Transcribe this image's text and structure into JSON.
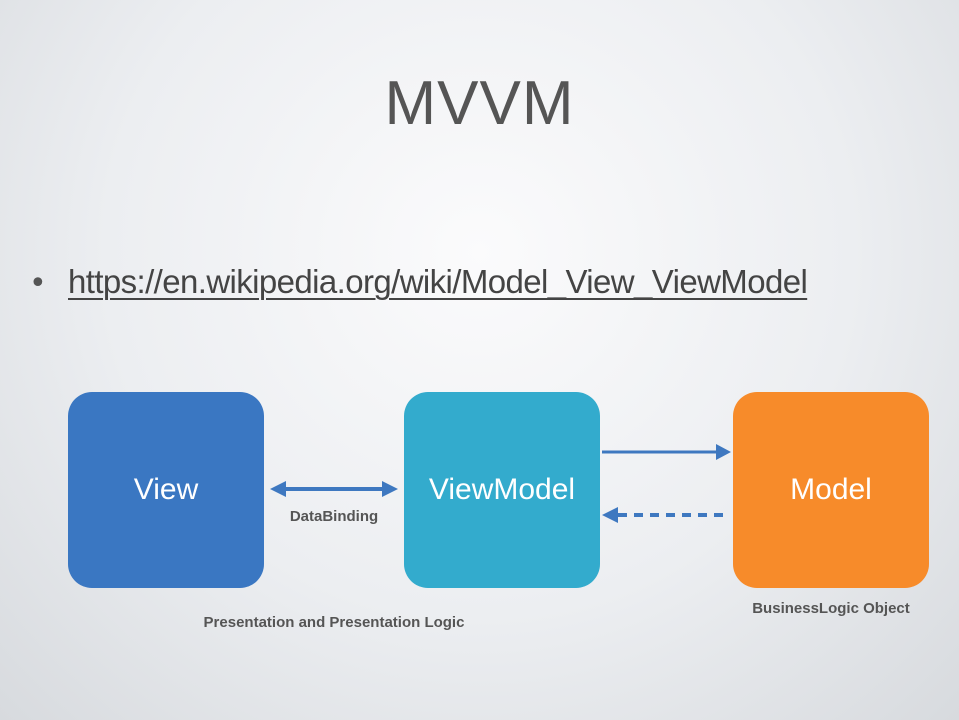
{
  "title": "MVVM",
  "bullet_link": "https://en.wikipedia.org/wiki/Model_View_ViewModel",
  "boxes": {
    "view": "View",
    "viewmodel": "ViewModel",
    "model": "Model"
  },
  "labels": {
    "databinding": "DataBinding",
    "presentation": "Presentation and Presentation Logic",
    "business": "BusinessLogic Object"
  },
  "colors": {
    "view": "#3a77c2",
    "viewmodel": "#33abcd",
    "model": "#f78b2a",
    "arrow": "#3e78c0"
  }
}
